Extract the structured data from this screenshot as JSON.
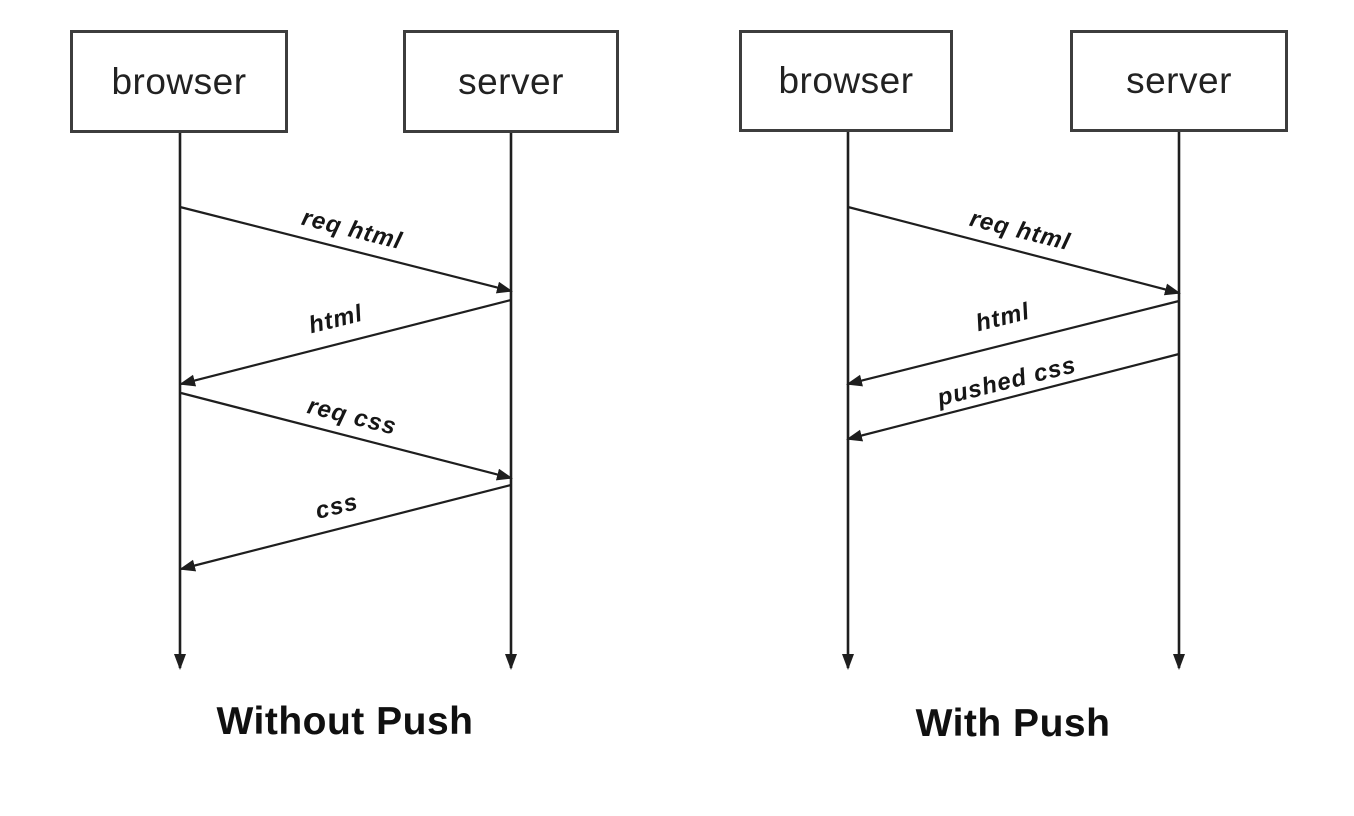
{
  "diagram_left": {
    "title": "Without Push",
    "actors": [
      {
        "name": "browser"
      },
      {
        "name": "server"
      }
    ],
    "messages": [
      {
        "label": "req html",
        "from": "browser",
        "to": "server"
      },
      {
        "label": "html",
        "from": "server",
        "to": "browser"
      },
      {
        "label": "req css",
        "from": "browser",
        "to": "server"
      },
      {
        "label": "css",
        "from": "server",
        "to": "browser"
      }
    ]
  },
  "diagram_right": {
    "title": "With Push",
    "actors": [
      {
        "name": "browser"
      },
      {
        "name": "server"
      }
    ],
    "messages": [
      {
        "label": "req html",
        "from": "browser",
        "to": "server"
      },
      {
        "label": "html",
        "from": "server",
        "to": "browser"
      },
      {
        "label": "pushed css",
        "from": "server",
        "to": "browser"
      }
    ]
  },
  "colors": {
    "line": "#1e1e1e",
    "box_border": "#3d3d3d",
    "text": "#161616",
    "background": "#ffffff"
  }
}
